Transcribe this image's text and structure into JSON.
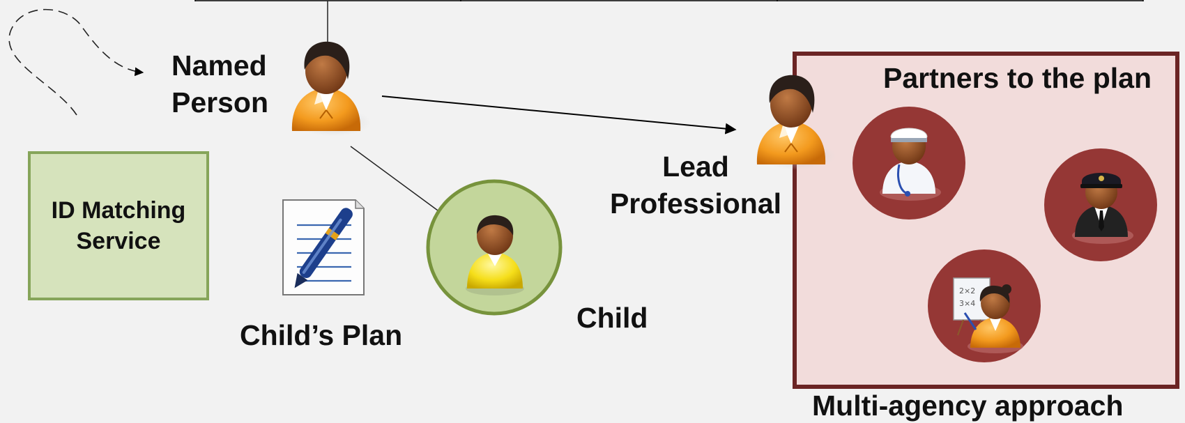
{
  "labels": {
    "named_person": "Named\nPerson",
    "lead_professional": "Lead\nProfessional",
    "id_matching_service": "ID Matching\nService",
    "childs_plan": "Child’s Plan",
    "child": "Child",
    "partners_title": "Partners to the plan",
    "multi_agency": "Multi-agency approach"
  },
  "colors": {
    "background": "#f2f2f2",
    "id_box_fill": "#d6e3bc",
    "id_box_border": "#86a55a",
    "partners_fill": "#f2dcdb",
    "partners_border": "#6b2424",
    "partner_circle": "#953735",
    "child_circle_fill": "#c3d69b",
    "child_circle_border": "#77933c",
    "person_orange": "#f39a1e",
    "skin": "#8a4a1f",
    "hair": "#2a1f1a"
  },
  "icons": {
    "named_person": "person-orange-icon",
    "lead_professional": "person-orange-icon",
    "child": "child-yellow-icon",
    "plan": "document-pen-icon",
    "doctor": "doctor-icon",
    "officer": "police-officer-icon",
    "teacher": "teacher-icon"
  }
}
